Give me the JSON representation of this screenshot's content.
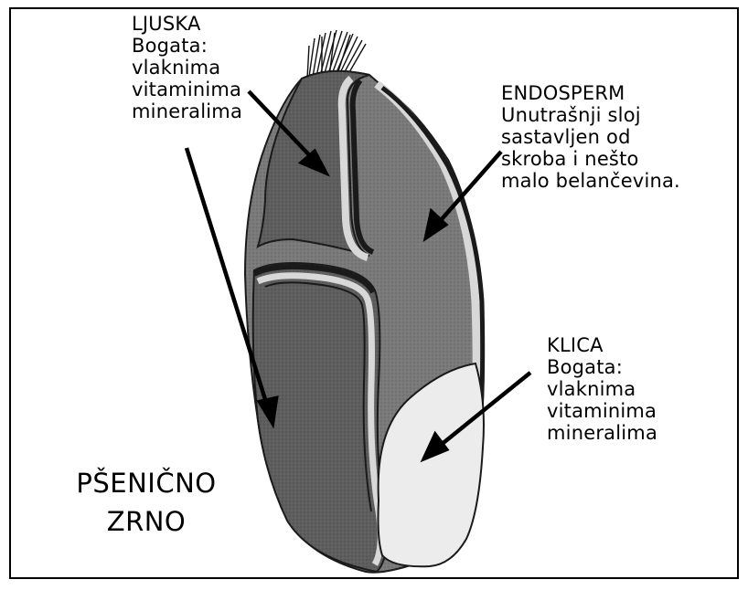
{
  "labels": {
    "ljuska": {
      "heading": "LJUSKA",
      "lines": [
        "Bogata:",
        "vlaknima",
        "vitaminima",
        "mineralima"
      ]
    },
    "endosperm": {
      "heading": "ENDOSPERM",
      "lines": [
        "Unutrašnji sloj",
        "sastavljen od",
        "skroba i nešto",
        "malo belančevina."
      ]
    },
    "klica": {
      "heading": "KLICA",
      "lines": [
        "Bogata:",
        "vlaknima",
        "vitaminima",
        "mineralima"
      ]
    }
  },
  "title": {
    "line1": "PŠENIČNO",
    "line2": "ZRNO"
  },
  "colors": {
    "bran": "#5e5e5e",
    "endosperm": "#7a7a7a",
    "germ": "#ececec",
    "outline": "#1a1a1a",
    "layer_light": "#d8d8d8"
  }
}
